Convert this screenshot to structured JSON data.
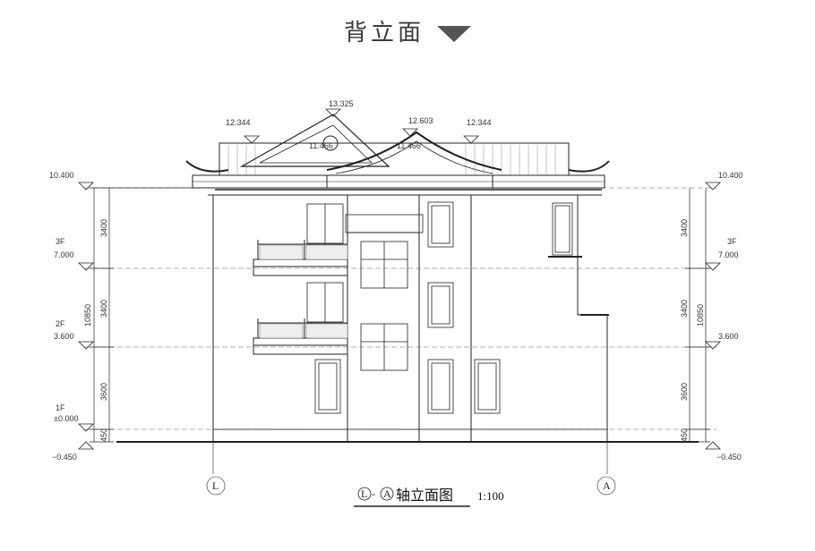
{
  "header": {
    "title": "背立面"
  },
  "elevations": {
    "left": {
      "top": "10.400",
      "f3": "7.000",
      "f2": "3.600",
      "f1": "±0.000",
      "base": "−0.450",
      "f3_tag": "3F",
      "f2_tag": "2F",
      "f1_tag": "1F"
    },
    "right": {
      "top": "10.400",
      "f3": "7.000",
      "f2": "3.600",
      "base": "−0.450",
      "f3_tag": "3F"
    },
    "roof": {
      "peak": "13.325",
      "left_eave": "12.344",
      "center_ridge": "12.603",
      "right_eave": "12.344",
      "gable_left": "11.466",
      "gable_center": "11.466"
    }
  },
  "dimensions": {
    "left": {
      "d1": "3400",
      "d2": "3400",
      "d3": "3600",
      "d4": "450",
      "total": "10850"
    },
    "right": {
      "d1": "3400",
      "d2": "3400",
      "d3": "3600",
      "d4": "450",
      "total": "10850"
    }
  },
  "axes": {
    "left": "L",
    "right": "A"
  },
  "caption": {
    "from": "L",
    "dash": "-",
    "to": "A",
    "text": "轴立面图",
    "scale": "1:100"
  }
}
